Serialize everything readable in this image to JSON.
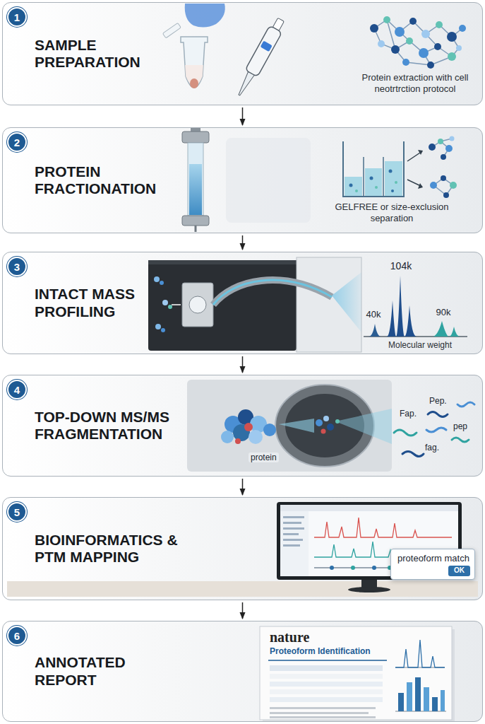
{
  "diagram": {
    "nodes": [
      {
        "text": [
          "SAMPLE PREPARATION"
        ]
      },
      {
        "text": [
          "1"
        ],
        "in": 0
      },
      {
        "text": [
          "PROTEIN FRACTIONATION"
        ]
      },
      {
        "text": [
          "2"
        ],
        "in": 2
      },
      {
        "text": [
          "INTACT MASS PROFILING"
        ]
      },
      {
        "text": [
          "3"
        ],
        "in": 4
      },
      {
        "text": [
          "TOP-DOWN MS/MS FRAGMENTATION"
        ]
      },
      {
        "text": [
          "4"
        ],
        "in": 6
      },
      {
        "text": [
          "BIOINFORMATICS & PTM MAPPING"
        ]
      },
      {
        "text": [
          "5"
        ],
        "in": 8
      },
      {
        "text": [
          "proteoform match"
        ],
        "in": 8
      },
      {
        "text": [
          "OK"
        ],
        "in": 10
      },
      {
        "text": [
          "ANNOTATED REPORT"
        ]
      },
      {
        "text": [
          "6"
        ],
        "in": 12
      }
    ],
    "edges": [
      {
        "from": 0,
        "to": 2,
        "arrow": "to"
      },
      {
        "from": 2,
        "to": 4,
        "arrow": "to"
      },
      {
        "from": 4,
        "to": 6,
        "arrow": "to"
      },
      {
        "from": 6,
        "to": 8,
        "arrow": "to"
      },
      {
        "from": 8,
        "to": 12,
        "arrow": "to"
      }
    ],
    "labels": [
      "Protein extraction with cell neotrtrction protocol",
      "GELFREE or size-exclusion separation",
      "104k",
      "40k",
      "90k",
      "Molecular weight",
      "protein",
      "Fap.",
      "Pep.",
      "pep",
      "fag.",
      "nature",
      "Proteoform Identification"
    ]
  }
}
